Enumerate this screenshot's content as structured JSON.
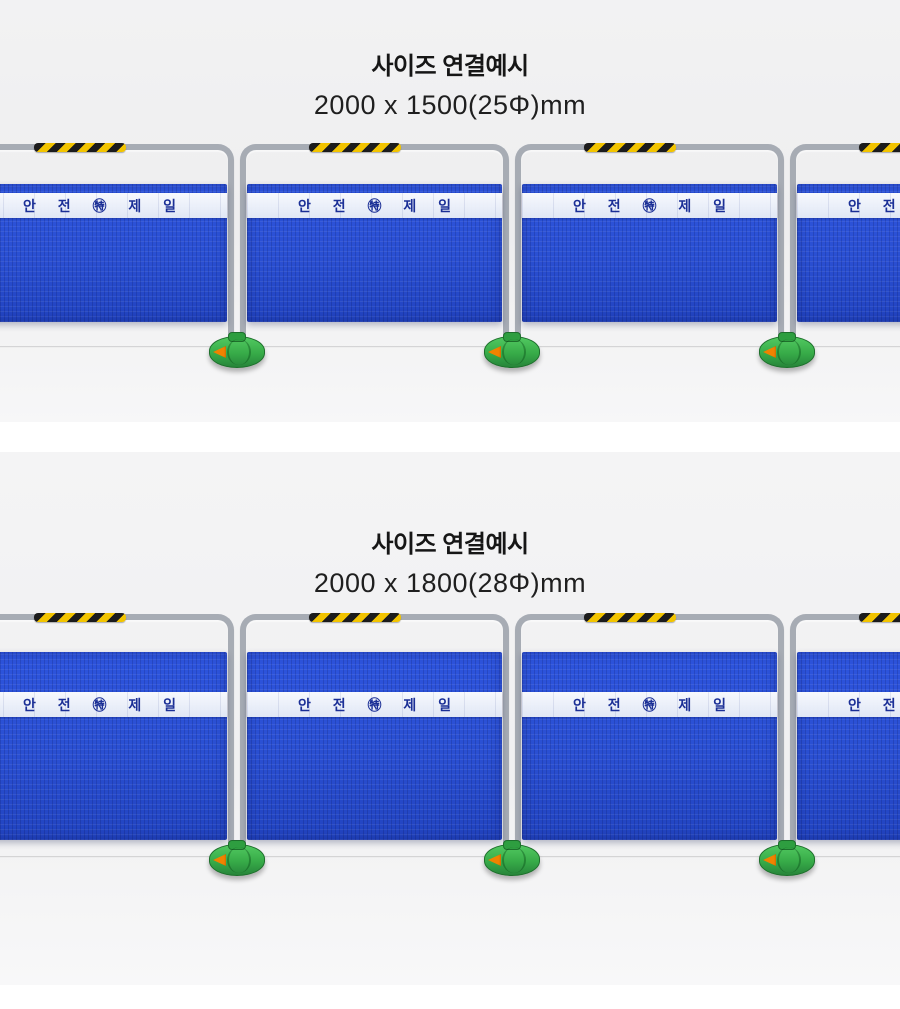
{
  "sections": [
    {
      "title": "사이즈 연결예시",
      "size": "2000 x  1500(25Φ)mm"
    },
    {
      "title": "사이즈 연결예시",
      "size": "2000 x  1800(28Φ)mm"
    }
  ],
  "fence": {
    "band_text": "안 전 ㊕ 제 일",
    "colors": {
      "mesh_blue": "#2a4fd2",
      "band_background": "#f4f7fb",
      "band_text_navy": "#1b2f96",
      "tube_silver": "#a7acb4",
      "hazard_yellow": "#f2c400",
      "hazard_black": "#1c1c1c",
      "base_green": "#37ab48",
      "reflector_orange": "#f08300",
      "section_background": "#f2f2f3"
    }
  }
}
